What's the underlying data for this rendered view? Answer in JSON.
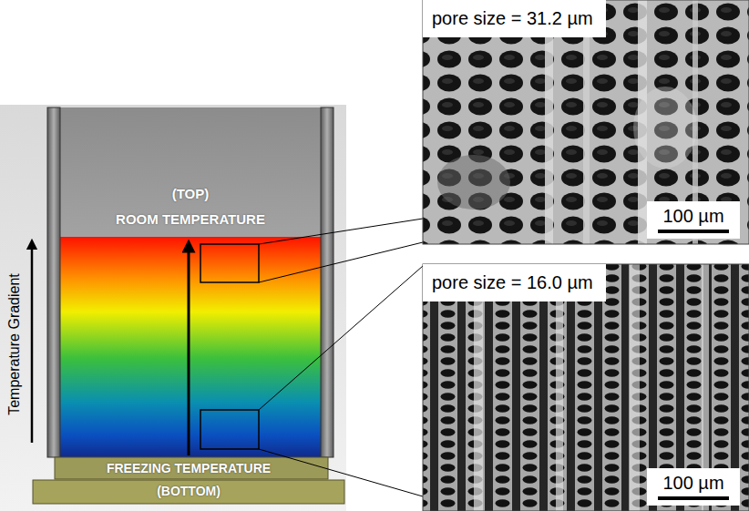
{
  "diagram": {
    "nodes": [
      {
        "text": [
          "(TOP)",
          "ROOM TEMPERATURE"
        ]
      },
      {
        "text": [
          "FREEZING TEMPERATURE",
          "(BOTTOM)"
        ]
      },
      {
        "text": [
          "pore size = 31.2 µm",
          "100 µm"
        ]
      },
      {
        "text": [
          "pore size = 16.0 µm",
          "100 µm"
        ]
      }
    ],
    "labels": [
      "Temperature Gradient"
    ]
  }
}
